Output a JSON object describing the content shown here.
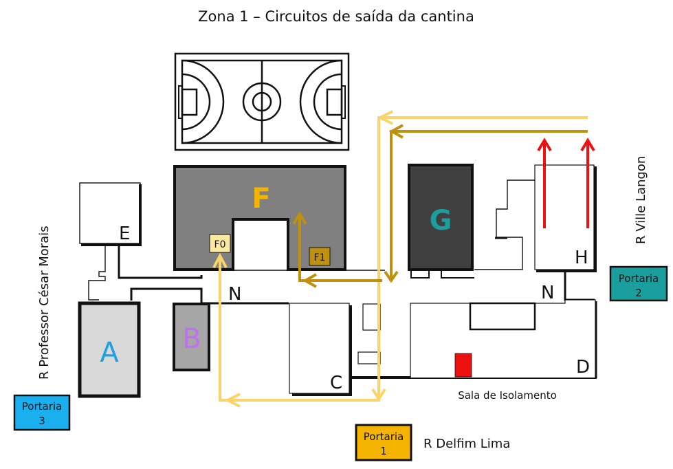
{
  "title": "Zona 1 – Circuitos de saída da cantina",
  "colors": {
    "route_f0": "#f9d46b",
    "route_f1": "#c0900f",
    "exit_red": "#ee1111",
    "building_f": "#808080",
    "building_g": "#404040",
    "building_a": "#d9d9d9",
    "building_b": "#a6a6a6",
    "letter_a": "#1ea0e0",
    "letter_b": "#c070f0",
    "letter_f": "#f5b400",
    "letter_g": "#1a9e9e",
    "portaria_1": "#f5b400",
    "portaria_2": "#1a9e9e",
    "portaria_3": "#1ab0f0",
    "isolation_room": "#ee1111"
  },
  "court": {
    "name": "sports-court"
  },
  "buildings": {
    "A": "A",
    "B": "B",
    "C": "C",
    "D": "D",
    "E": "E",
    "F": "F",
    "G": "G",
    "H": "H"
  },
  "markers": {
    "F0": "F0",
    "F1": "F1",
    "N_left": "N",
    "N_right": "N"
  },
  "isolation_room_label": "Sala de Isolamento",
  "streets": {
    "west": "R Professor César Morais",
    "east": "R Ville Langon",
    "south": "R Delfim Lima"
  },
  "gates": {
    "portaria_1": {
      "line1": "Portaria",
      "line2": "1"
    },
    "portaria_2": {
      "line1": "Portaria",
      "line2": "2"
    },
    "portaria_3": {
      "line1": "Portaria",
      "line2": "3"
    }
  }
}
